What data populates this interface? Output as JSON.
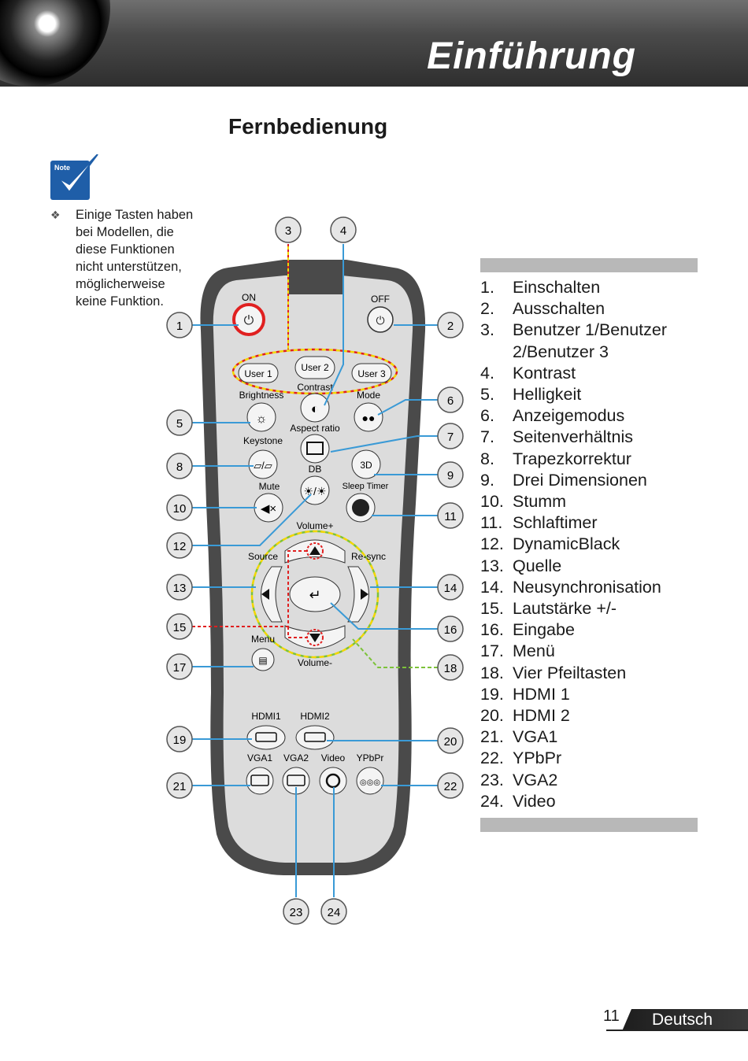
{
  "header": {
    "title": "Einführung"
  },
  "section_title": "Fernbedienung",
  "note": {
    "icon": "note-checkmark-icon",
    "badge_label": "Note",
    "bullet": "❖",
    "lines": [
      "Einige Tasten haben",
      "bei Modellen, die",
      "diese Funktionen",
      "nicht unterstützen,",
      "möglicherweise",
      "keine Funktion."
    ]
  },
  "remote": {
    "on": "ON",
    "off": "OFF",
    "user1": "User 1",
    "user2": "User 2",
    "user3": "User 3",
    "brightness": "Brightness",
    "contrast": "Contrast",
    "mode": "Mode",
    "aspect_ratio": "Aspect ratio",
    "keystone": "Keystone",
    "three_d": "3D",
    "mute": "Mute",
    "db": "DB",
    "sleep_timer": "Sleep Timer",
    "volume_plus": "Volume+",
    "source": "Source",
    "resync": "Re-sync",
    "menu": "Menu",
    "volume_minus": "Volume-",
    "hdmi1": "HDMI1",
    "hdmi2": "HDMI2",
    "vga1": "VGA1",
    "vga2": "VGA2",
    "video": "Video",
    "ypbpr": "YPbPr"
  },
  "callouts": [
    "1",
    "2",
    "3",
    "4",
    "5",
    "6",
    "7",
    "8",
    "9",
    "10",
    "11",
    "12",
    "13",
    "14",
    "15",
    "16",
    "17",
    "18",
    "19",
    "20",
    "21",
    "22",
    "23",
    "24"
  ],
  "legend": [
    {
      "num": "1.",
      "label": "Einschalten"
    },
    {
      "num": "2.",
      "label": "Ausschalten"
    },
    {
      "num": "3.",
      "label": "Benutzer 1/Benutzer 2/Benutzer 3"
    },
    {
      "num": "4.",
      "label": "Kontrast"
    },
    {
      "num": "5.",
      "label": "Helligkeit"
    },
    {
      "num": "6.",
      "label": "Anzeigemodus"
    },
    {
      "num": "7.",
      "label": "Seitenverhältnis"
    },
    {
      "num": "8.",
      "label": "Trapezkorrektur"
    },
    {
      "num": "9.",
      "label": "Drei Dimensionen"
    },
    {
      "num": "10.",
      "label": "Stumm"
    },
    {
      "num": "11.",
      "label": "Schlaftimer"
    },
    {
      "num": "12.",
      "label": "DynamicBlack"
    },
    {
      "num": "13.",
      "label": "Quelle"
    },
    {
      "num": "14.",
      "label": "Neusynchronisation"
    },
    {
      "num": "15.",
      "label": "Lautstärke +/-"
    },
    {
      "num": "16.",
      "label": "Eingabe"
    },
    {
      "num": "17.",
      "label": "Menü"
    },
    {
      "num": "18.",
      "label": "Vier Pfeiltasten"
    },
    {
      "num": "19.",
      "label": "HDMI 1"
    },
    {
      "num": "20.",
      "label": "HDMI 2"
    },
    {
      "num": "21.",
      "label": "VGA1"
    },
    {
      "num": "22.",
      "label": "YPbPr"
    },
    {
      "num": "23.",
      "label": "VGA2"
    },
    {
      "num": "24.",
      "label": "Video"
    }
  ],
  "footer": {
    "page_number": "11",
    "language": "Deutsch"
  },
  "colors": {
    "callout_line": "#3a9ad6",
    "highlight_red": "#e02020",
    "highlight_yellow": "#f2d600",
    "highlight_green": "#7cc23a",
    "remote_body": "#d9d9d9",
    "remote_frame": "#4a4a4a"
  }
}
